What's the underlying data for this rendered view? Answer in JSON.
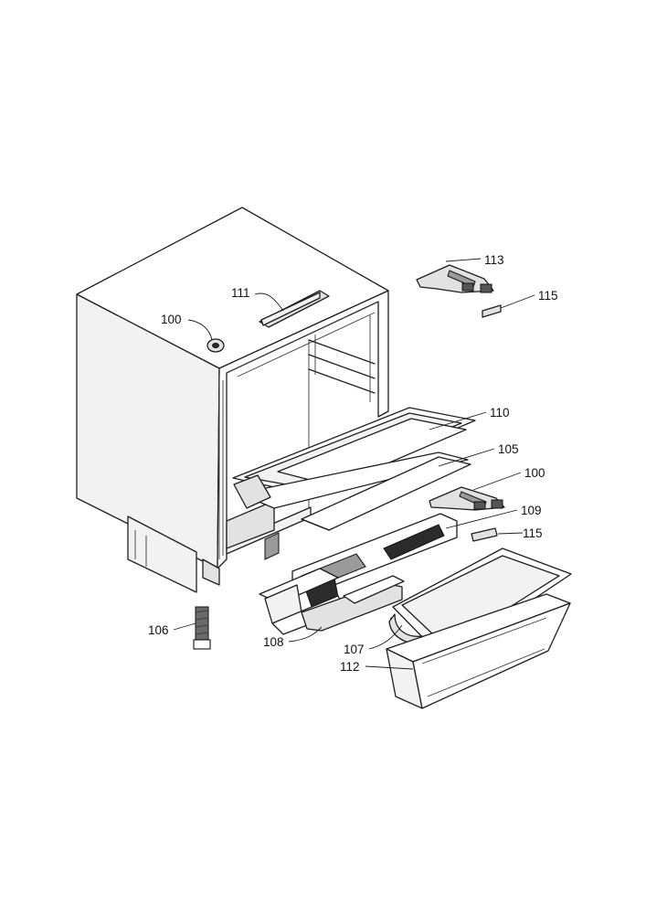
{
  "callouts": {
    "c100a": "100",
    "c111": "111",
    "c113": "113",
    "c115a": "115",
    "c110": "110",
    "c105": "105",
    "c100b": "100",
    "c109": "109",
    "c115b": "115",
    "c106": "106",
    "c108": "108",
    "c107": "107",
    "c112": "112"
  }
}
